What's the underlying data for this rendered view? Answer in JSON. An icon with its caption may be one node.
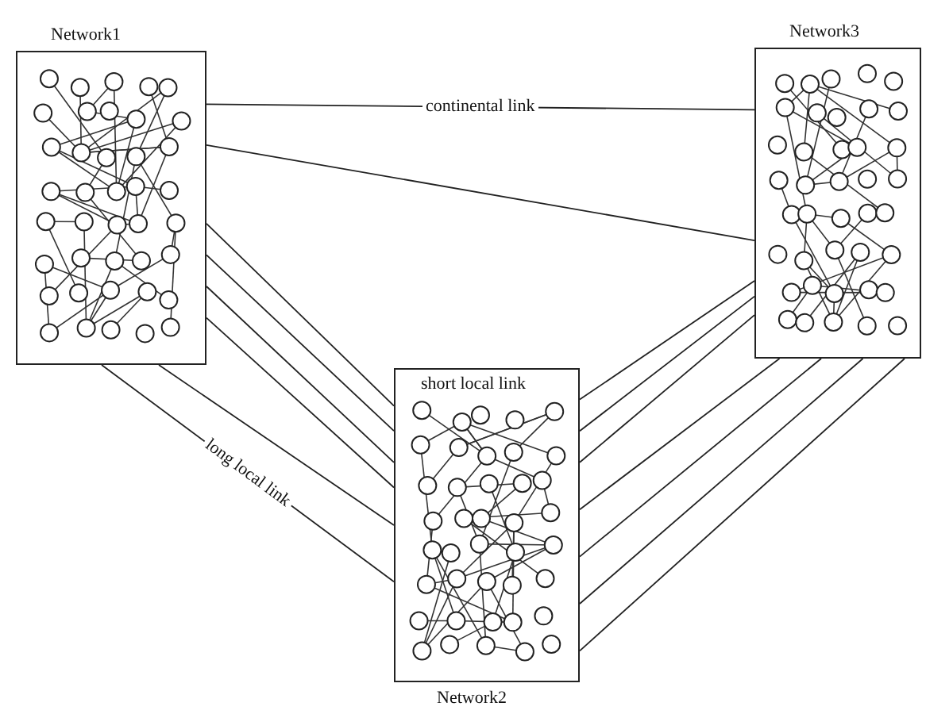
{
  "diagram": {
    "nodes": [
      {
        "text": [
          "Network1"
        ]
      },
      {
        "text": [
          "Network3"
        ]
      },
      {
        "text": [
          "Network2"
        ]
      }
    ],
    "edges": [
      {
        "from": 0,
        "to": 1,
        "arrow": "none",
        "label": "continental link"
      },
      {
        "from": 0,
        "to": 1,
        "arrow": "none"
      },
      {
        "from": 0,
        "to": 2,
        "arrow": "none"
      },
      {
        "from": 0,
        "to": 2,
        "arrow": "none"
      },
      {
        "from": 0,
        "to": 2,
        "arrow": "none"
      },
      {
        "from": 0,
        "to": 2,
        "arrow": "none"
      },
      {
        "from": 0,
        "to": 2,
        "arrow": "none"
      },
      {
        "from": 0,
        "to": 2,
        "arrow": "none",
        "label": "long local link"
      },
      {
        "from": 2,
        "to": 1,
        "arrow": "none"
      },
      {
        "from": 2,
        "to": 1,
        "arrow": "none"
      },
      {
        "from": 2,
        "to": 1,
        "arrow": "none"
      },
      {
        "from": 2,
        "to": 1,
        "arrow": "none"
      },
      {
        "from": 2,
        "to": 1,
        "arrow": "none"
      },
      {
        "from": 2,
        "to": 1,
        "arrow": "none"
      },
      {
        "from": 2,
        "to": 1,
        "arrow": "none"
      }
    ],
    "labels": [
      "short local link"
    ]
  }
}
